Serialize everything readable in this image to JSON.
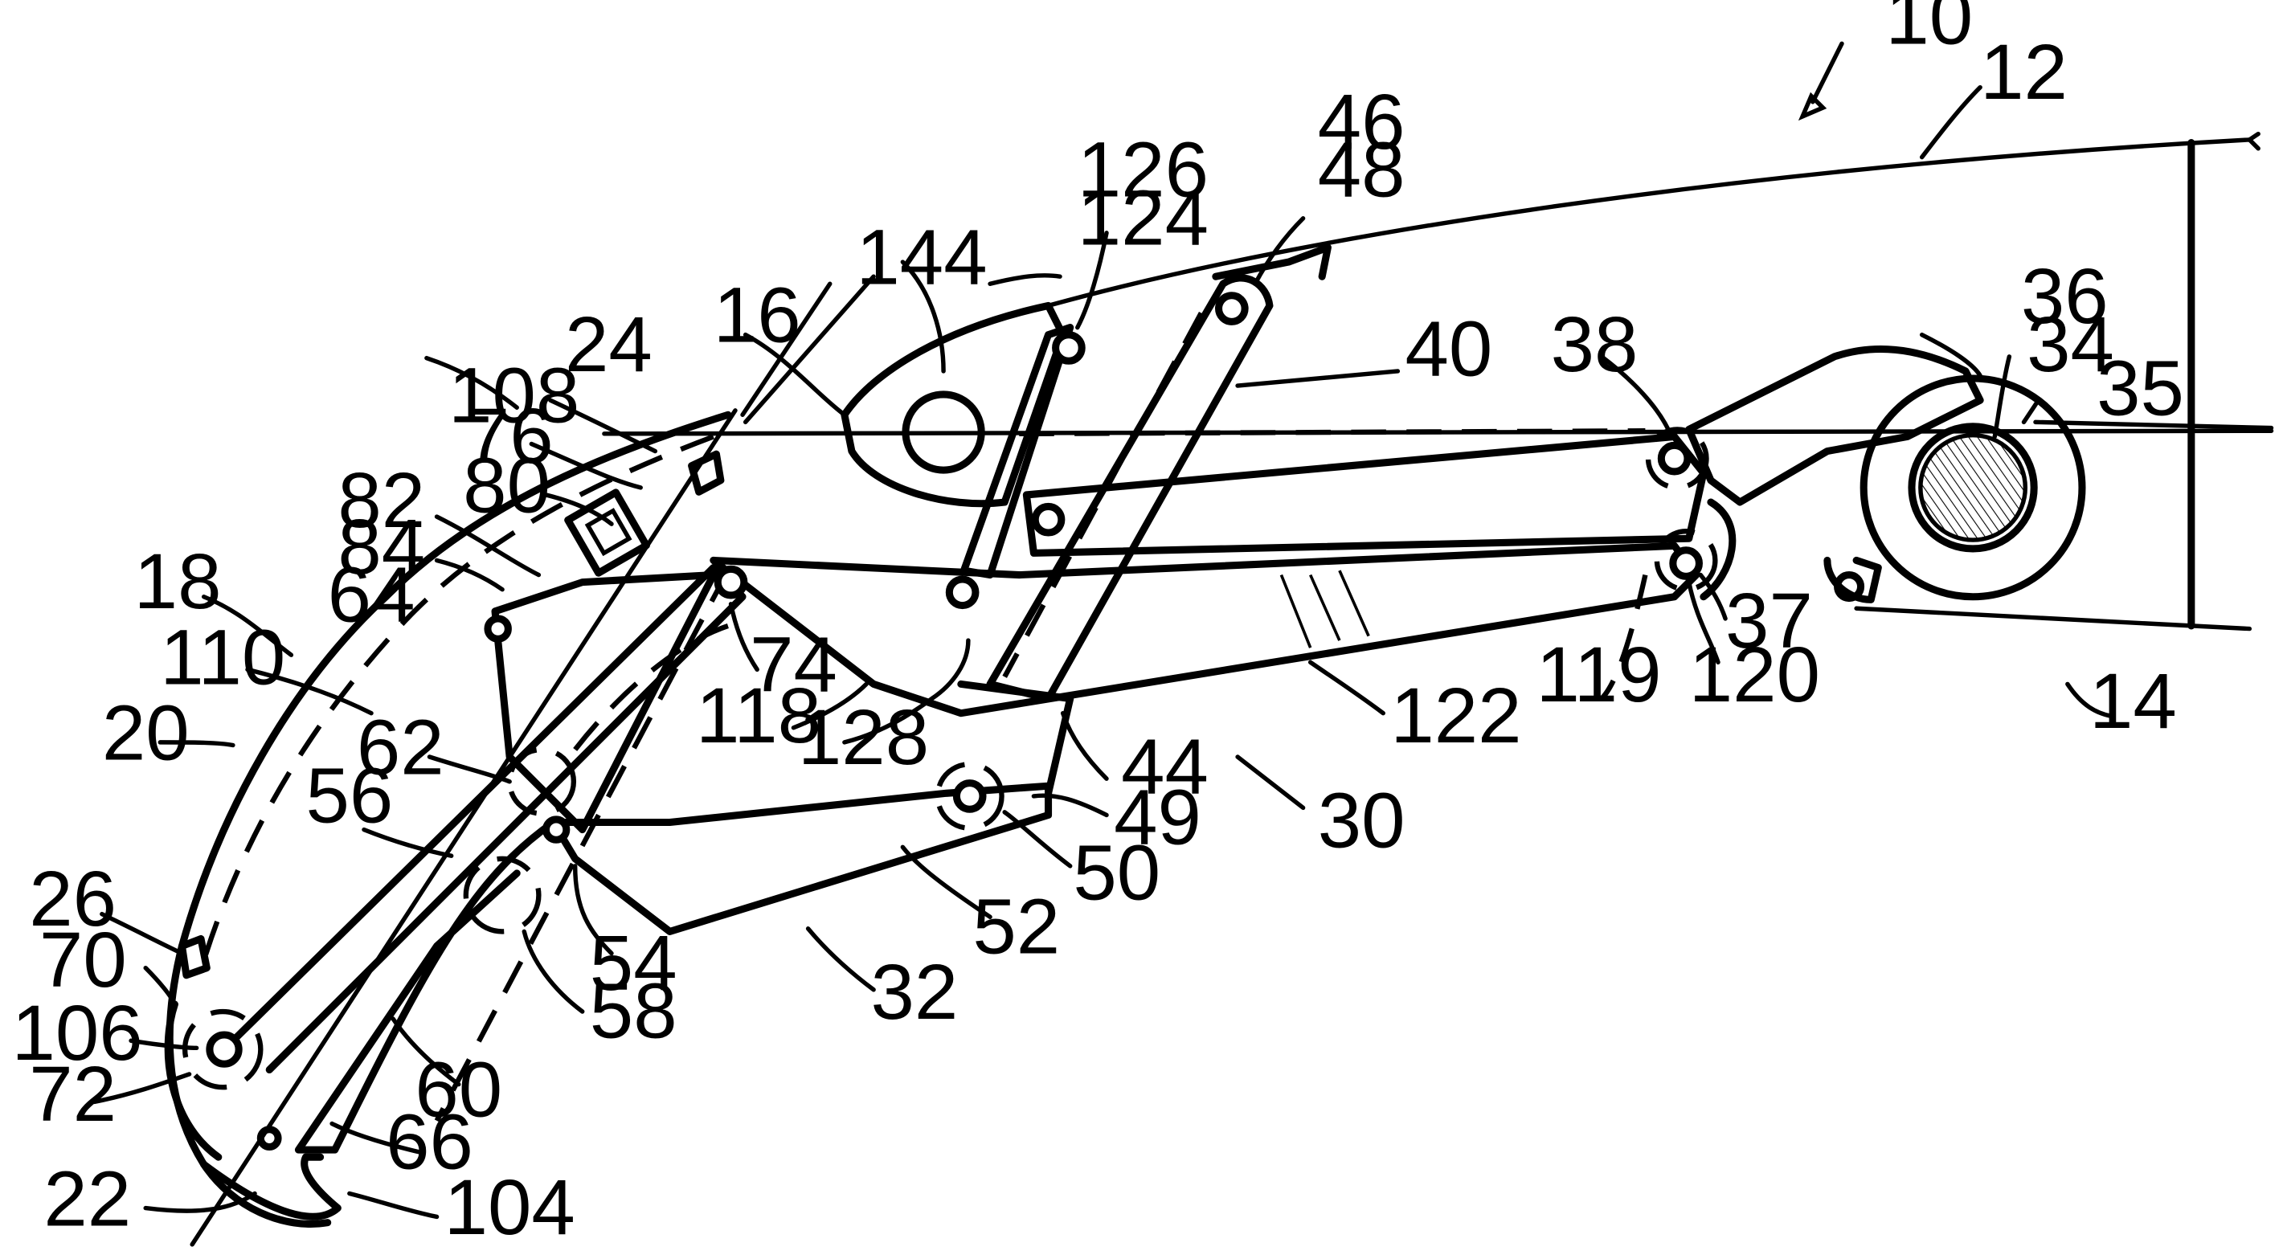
{
  "figure": {
    "labels": [
      "10",
      "12",
      "14",
      "16",
      "18",
      "20",
      "22",
      "24",
      "26",
      "30",
      "32",
      "34",
      "35",
      "36",
      "37",
      "38",
      "40",
      "44",
      "46",
      "48",
      "49",
      "50",
      "52",
      "54",
      "56",
      "58",
      "60",
      "62",
      "64",
      "66",
      "70",
      "72",
      "74",
      "76",
      "80",
      "82",
      "84",
      "104",
      "106",
      "108",
      "110",
      "118",
      "119",
      "120",
      "122",
      "124",
      "126",
      "128",
      "144"
    ]
  }
}
